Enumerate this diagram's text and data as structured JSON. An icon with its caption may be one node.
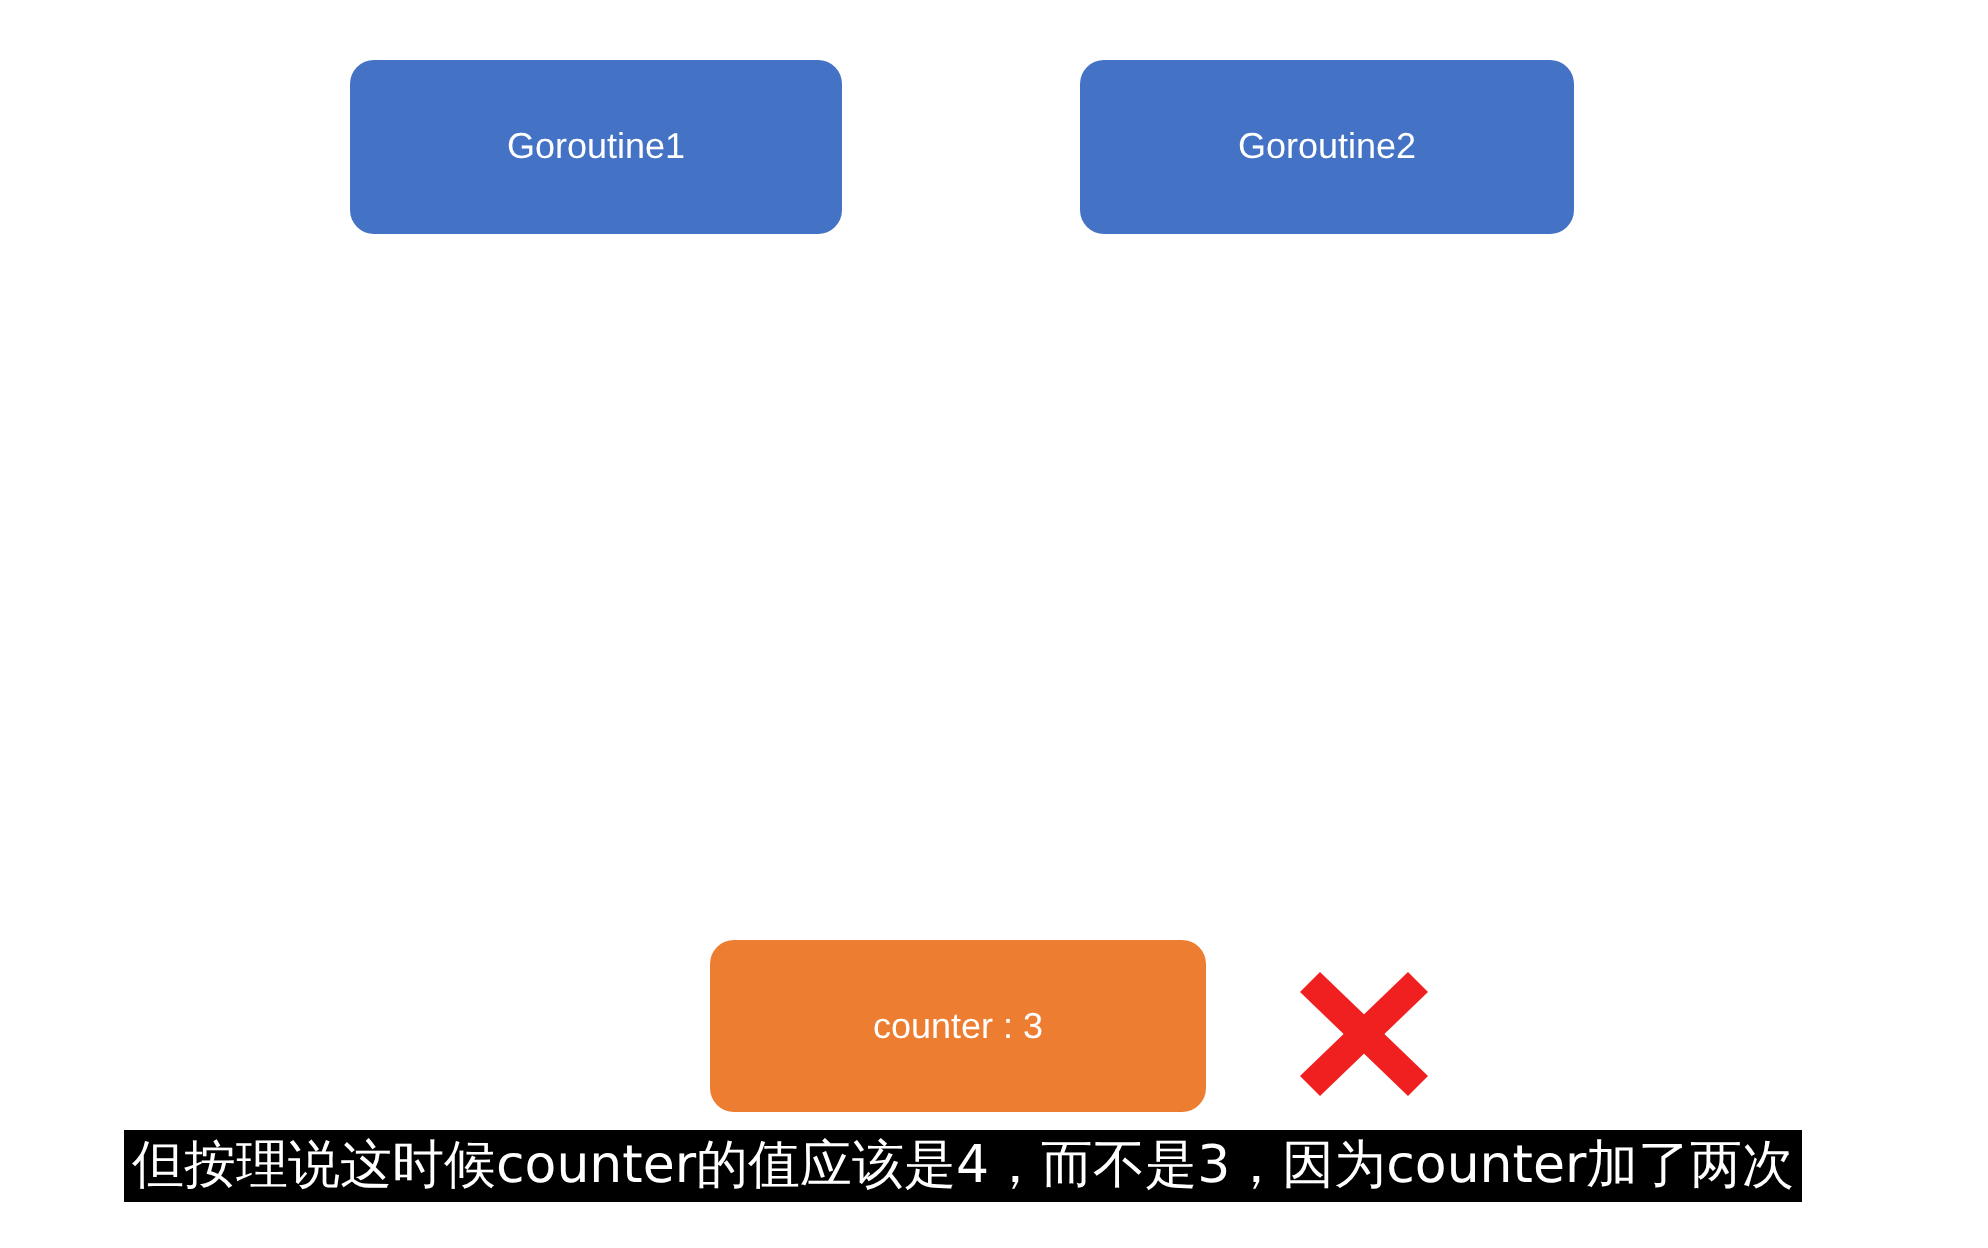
{
  "diagram": {
    "caption": "但按理说这时候counter的值应该是4，而不是3，因为counter加了两次",
    "nodes": [
      {
        "text": [
          "Goroutine1"
        ]
      },
      {
        "text": [
          "Goroutine2"
        ]
      },
      {
        "text": [
          "counter : 3"
        ]
      }
    ]
  }
}
